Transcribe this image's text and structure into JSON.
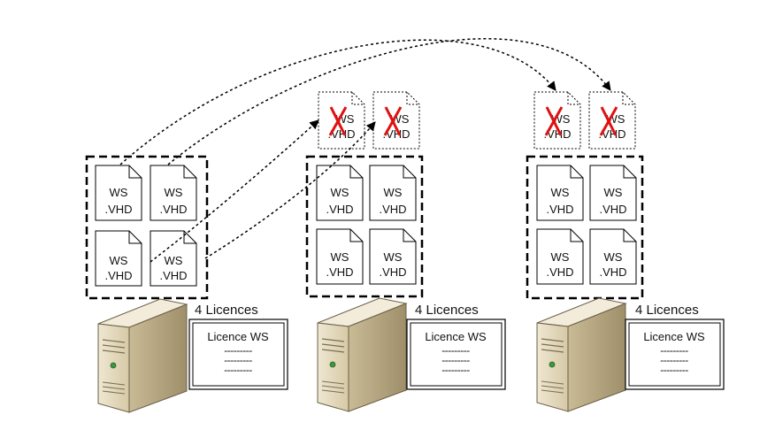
{
  "servers": [
    {
      "vm_files": [
        {
          "line1": "WS",
          "line2": ".VHD"
        },
        {
          "line1": "WS",
          "line2": ".VHD"
        },
        {
          "line1": "WS",
          "line2": ".VHD"
        },
        {
          "line1": "WS",
          "line2": ".VHD"
        }
      ],
      "migrated_files": [],
      "license_count": "4 Licences",
      "license_card": {
        "title": "Licence WS",
        "lines": [
          "---------",
          "---------",
          "---------"
        ]
      }
    },
    {
      "vm_files": [
        {
          "line1": "WS",
          "line2": ".VHD"
        },
        {
          "line1": "WS",
          "line2": ".VHD"
        },
        {
          "line1": "WS",
          "line2": ".VHD"
        },
        {
          "line1": "WS",
          "line2": ".VHD"
        }
      ],
      "migrated_files": [
        {
          "line1": "WS",
          "line2": ".VHD"
        },
        {
          "line1": "WS",
          "line2": ".VHD"
        }
      ],
      "license_count": "4 Licences",
      "license_card": {
        "title": "Licence WS",
        "lines": [
          "---------",
          "---------",
          "---------"
        ]
      }
    },
    {
      "vm_files": [
        {
          "line1": "WS",
          "line2": ".VHD"
        },
        {
          "line1": "WS",
          "line2": ".VHD"
        },
        {
          "line1": "WS",
          "line2": ".VHD"
        },
        {
          "line1": "WS",
          "line2": ".VHD"
        }
      ],
      "migrated_files": [
        {
          "line1": "WS",
          "line2": ".VHD"
        },
        {
          "line1": "WS",
          "line2": ".VHD"
        }
      ],
      "license_count": "4 Licences",
      "license_card": {
        "title": "Licence WS",
        "lines": [
          "---------",
          "---------",
          "---------"
        ]
      }
    }
  ],
  "colors": {
    "cross": "#e01010",
    "line": "#000000",
    "server_front": "#e6dcc2",
    "server_side": "#b8aa86",
    "server_top": "#f3ecdb",
    "server_led": "#3a9a3a"
  },
  "icons": [
    "document-icon",
    "server-tower-icon",
    "cross-icon",
    "arrow-icon"
  ]
}
